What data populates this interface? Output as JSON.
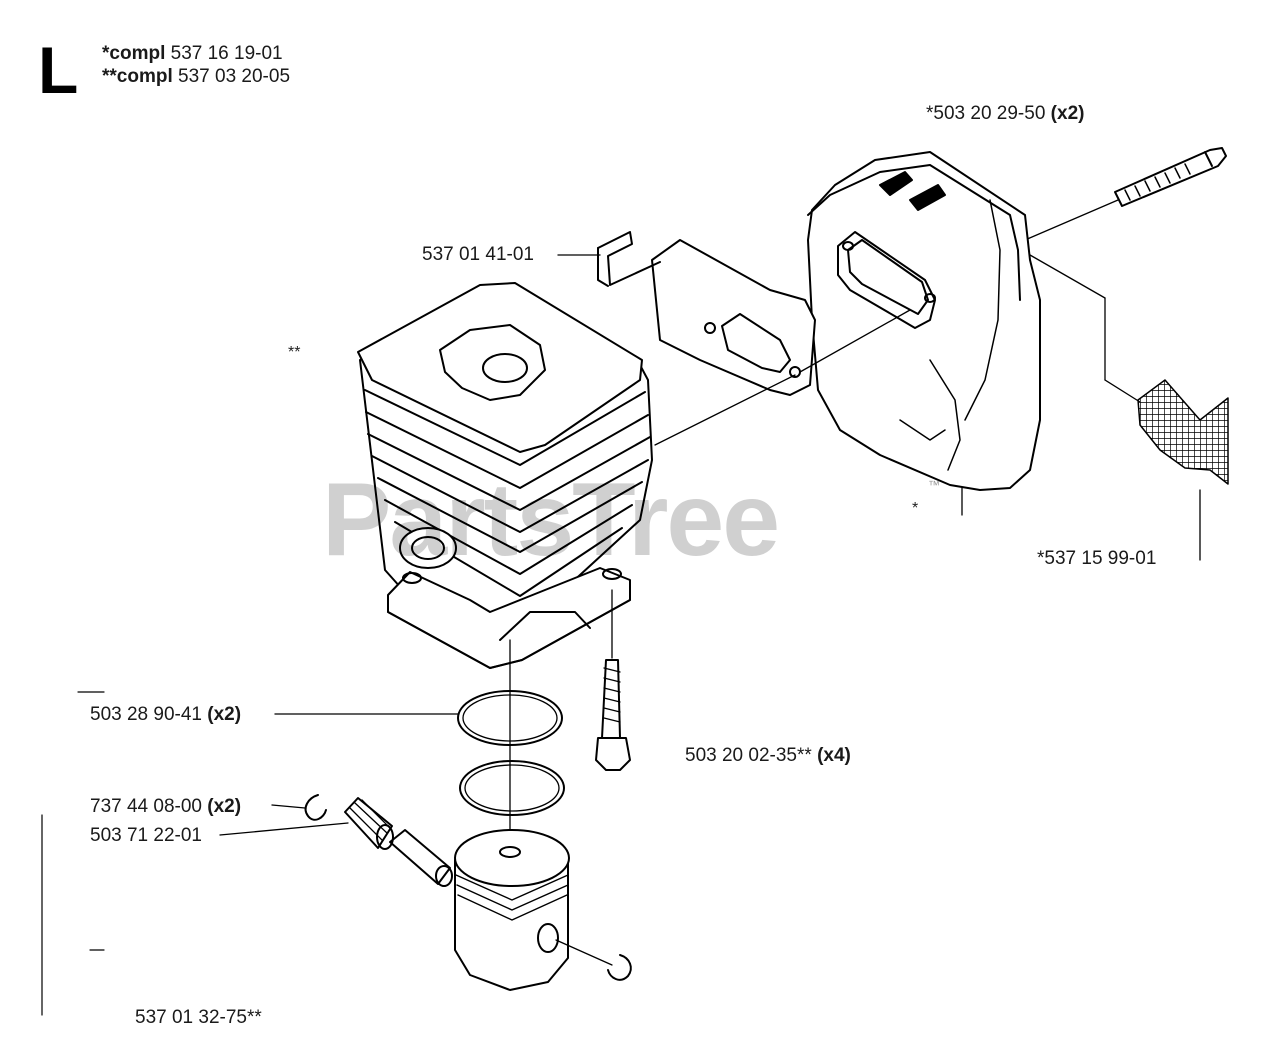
{
  "header": {
    "section_letter": "L",
    "compl_1_prefix": "*compl",
    "compl_1_number": "537 16 19-01",
    "compl_2_prefix": "**compl",
    "compl_2_number": "537 03 20-05"
  },
  "watermark": {
    "text": "PartsTree",
    "tm": "™"
  },
  "markers": {
    "double_star": "**",
    "single_star": "*"
  },
  "parts": {
    "muffler_bolt": {
      "number": "*503 20 29-50",
      "qty": "(x2)"
    },
    "heat_shield": {
      "number": "537 01 41-01"
    },
    "muffler": {
      "number": "*537 15 99-01"
    },
    "piston_ring": {
      "number": "503 28 90-41",
      "qty": "(x2)"
    },
    "cylinder_screw": {
      "number": "503 20 02-35**",
      "qty": "(x4)"
    },
    "circlip": {
      "number": "737 44 08-00",
      "qty": "(x2)"
    },
    "needle_bearing": {
      "number": "503 71 22-01"
    },
    "piston": {
      "number": "537 01 32-75**"
    }
  },
  "colors": {
    "line": "#000000",
    "watermark": "#b0b0b0",
    "background": "#ffffff"
  }
}
